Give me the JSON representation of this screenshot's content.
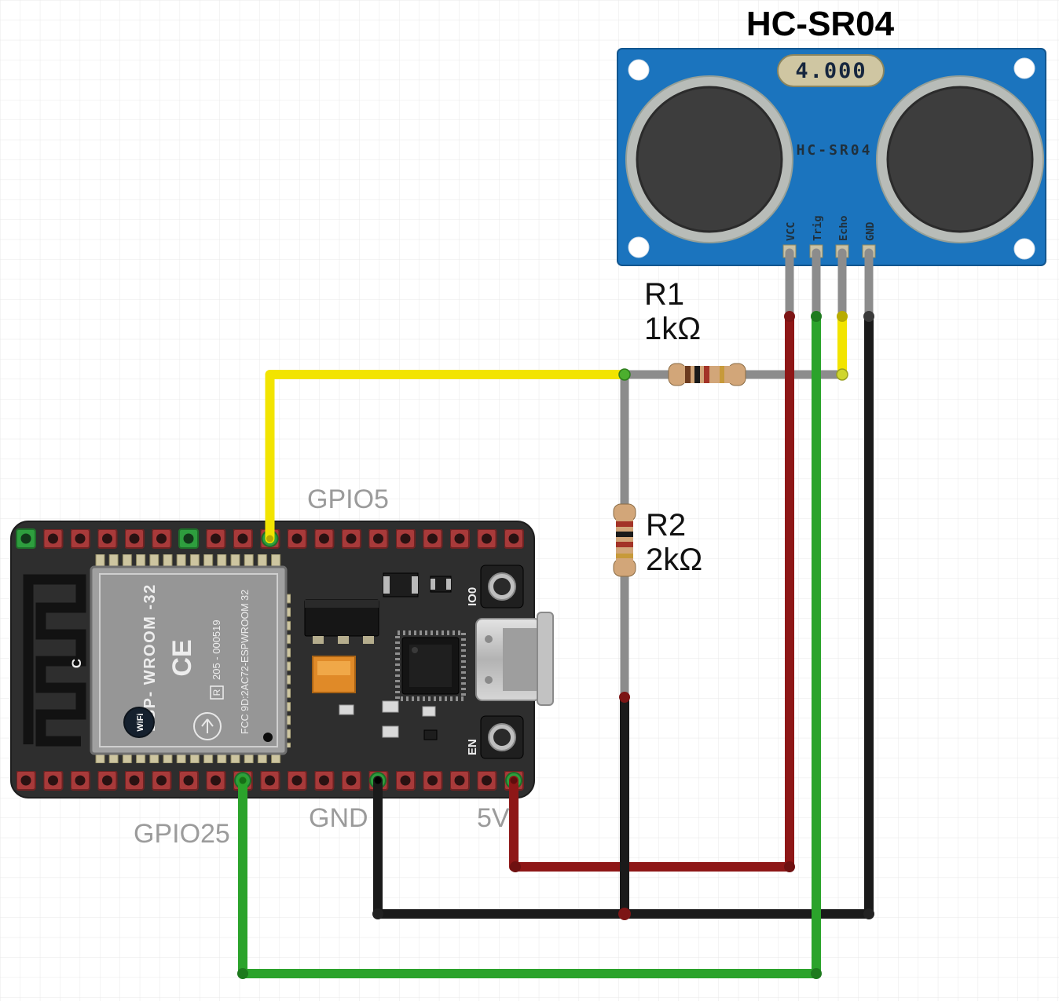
{
  "title": "HC-SR04",
  "sensor": {
    "part_label": "HC-SR04",
    "crystal": "4.000",
    "pins": [
      "VCC",
      "Trig",
      "Echo",
      "GND"
    ]
  },
  "esp32": {
    "silk_c": "C",
    "module_name": "ESP- WROOM -32",
    "wifi": "WiFi",
    "ce": "CE",
    "r_mark": "R",
    "cert_no": "205 - 000519",
    "fcc": "FCC 9D:2AC72-ESPWROOM 32",
    "io0": "IO0",
    "en": "EN"
  },
  "resistors": {
    "r1": {
      "name": "R1",
      "value": "1kΩ"
    },
    "r2": {
      "name": "R2",
      "value": "2kΩ"
    }
  },
  "pin_labels": {
    "gpio5": "GPIO5",
    "gpio25": "GPIO25",
    "gnd": "GND",
    "v5": "5V"
  },
  "colors": {
    "wire_red": "#8e1717",
    "wire_green": "#2ba32b",
    "wire_yellow": "#f2e400",
    "wire_black": "#1a1a1a",
    "wire_gray": "#8c8c8c",
    "sensor_pcb": "#1b74be",
    "esp_pcb": "#2e2e2e",
    "resistor_body": "#d2a679"
  }
}
